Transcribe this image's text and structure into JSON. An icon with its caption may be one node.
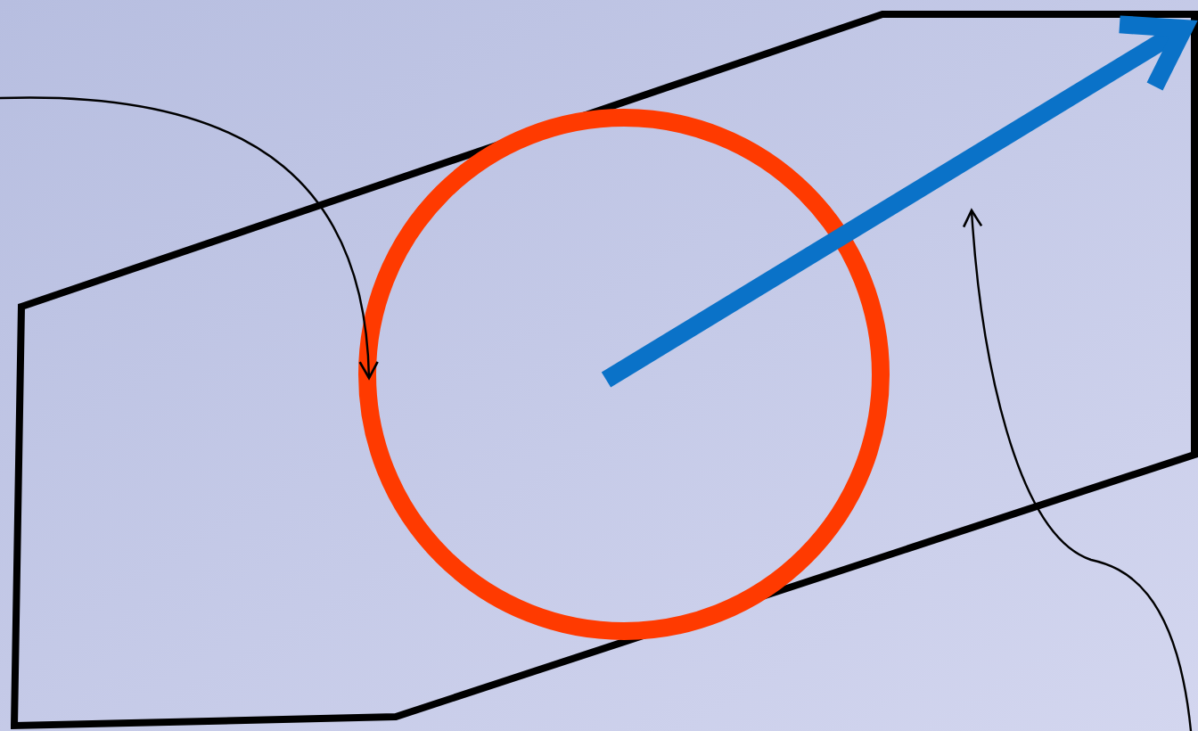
{
  "diagram": {
    "nodes": [
      {
        "text": [],
        "shape": "parallelogram"
      },
      {
        "text": [],
        "shape": "circle",
        "in": 0
      },
      {
        "text": [],
        "shape": "arrow",
        "in": 0
      }
    ],
    "edges": [
      {
        "from": null,
        "to": 1,
        "arrow": "to"
      },
      {
        "from": null,
        "to": 2,
        "arrow": "to"
      }
    ]
  }
}
